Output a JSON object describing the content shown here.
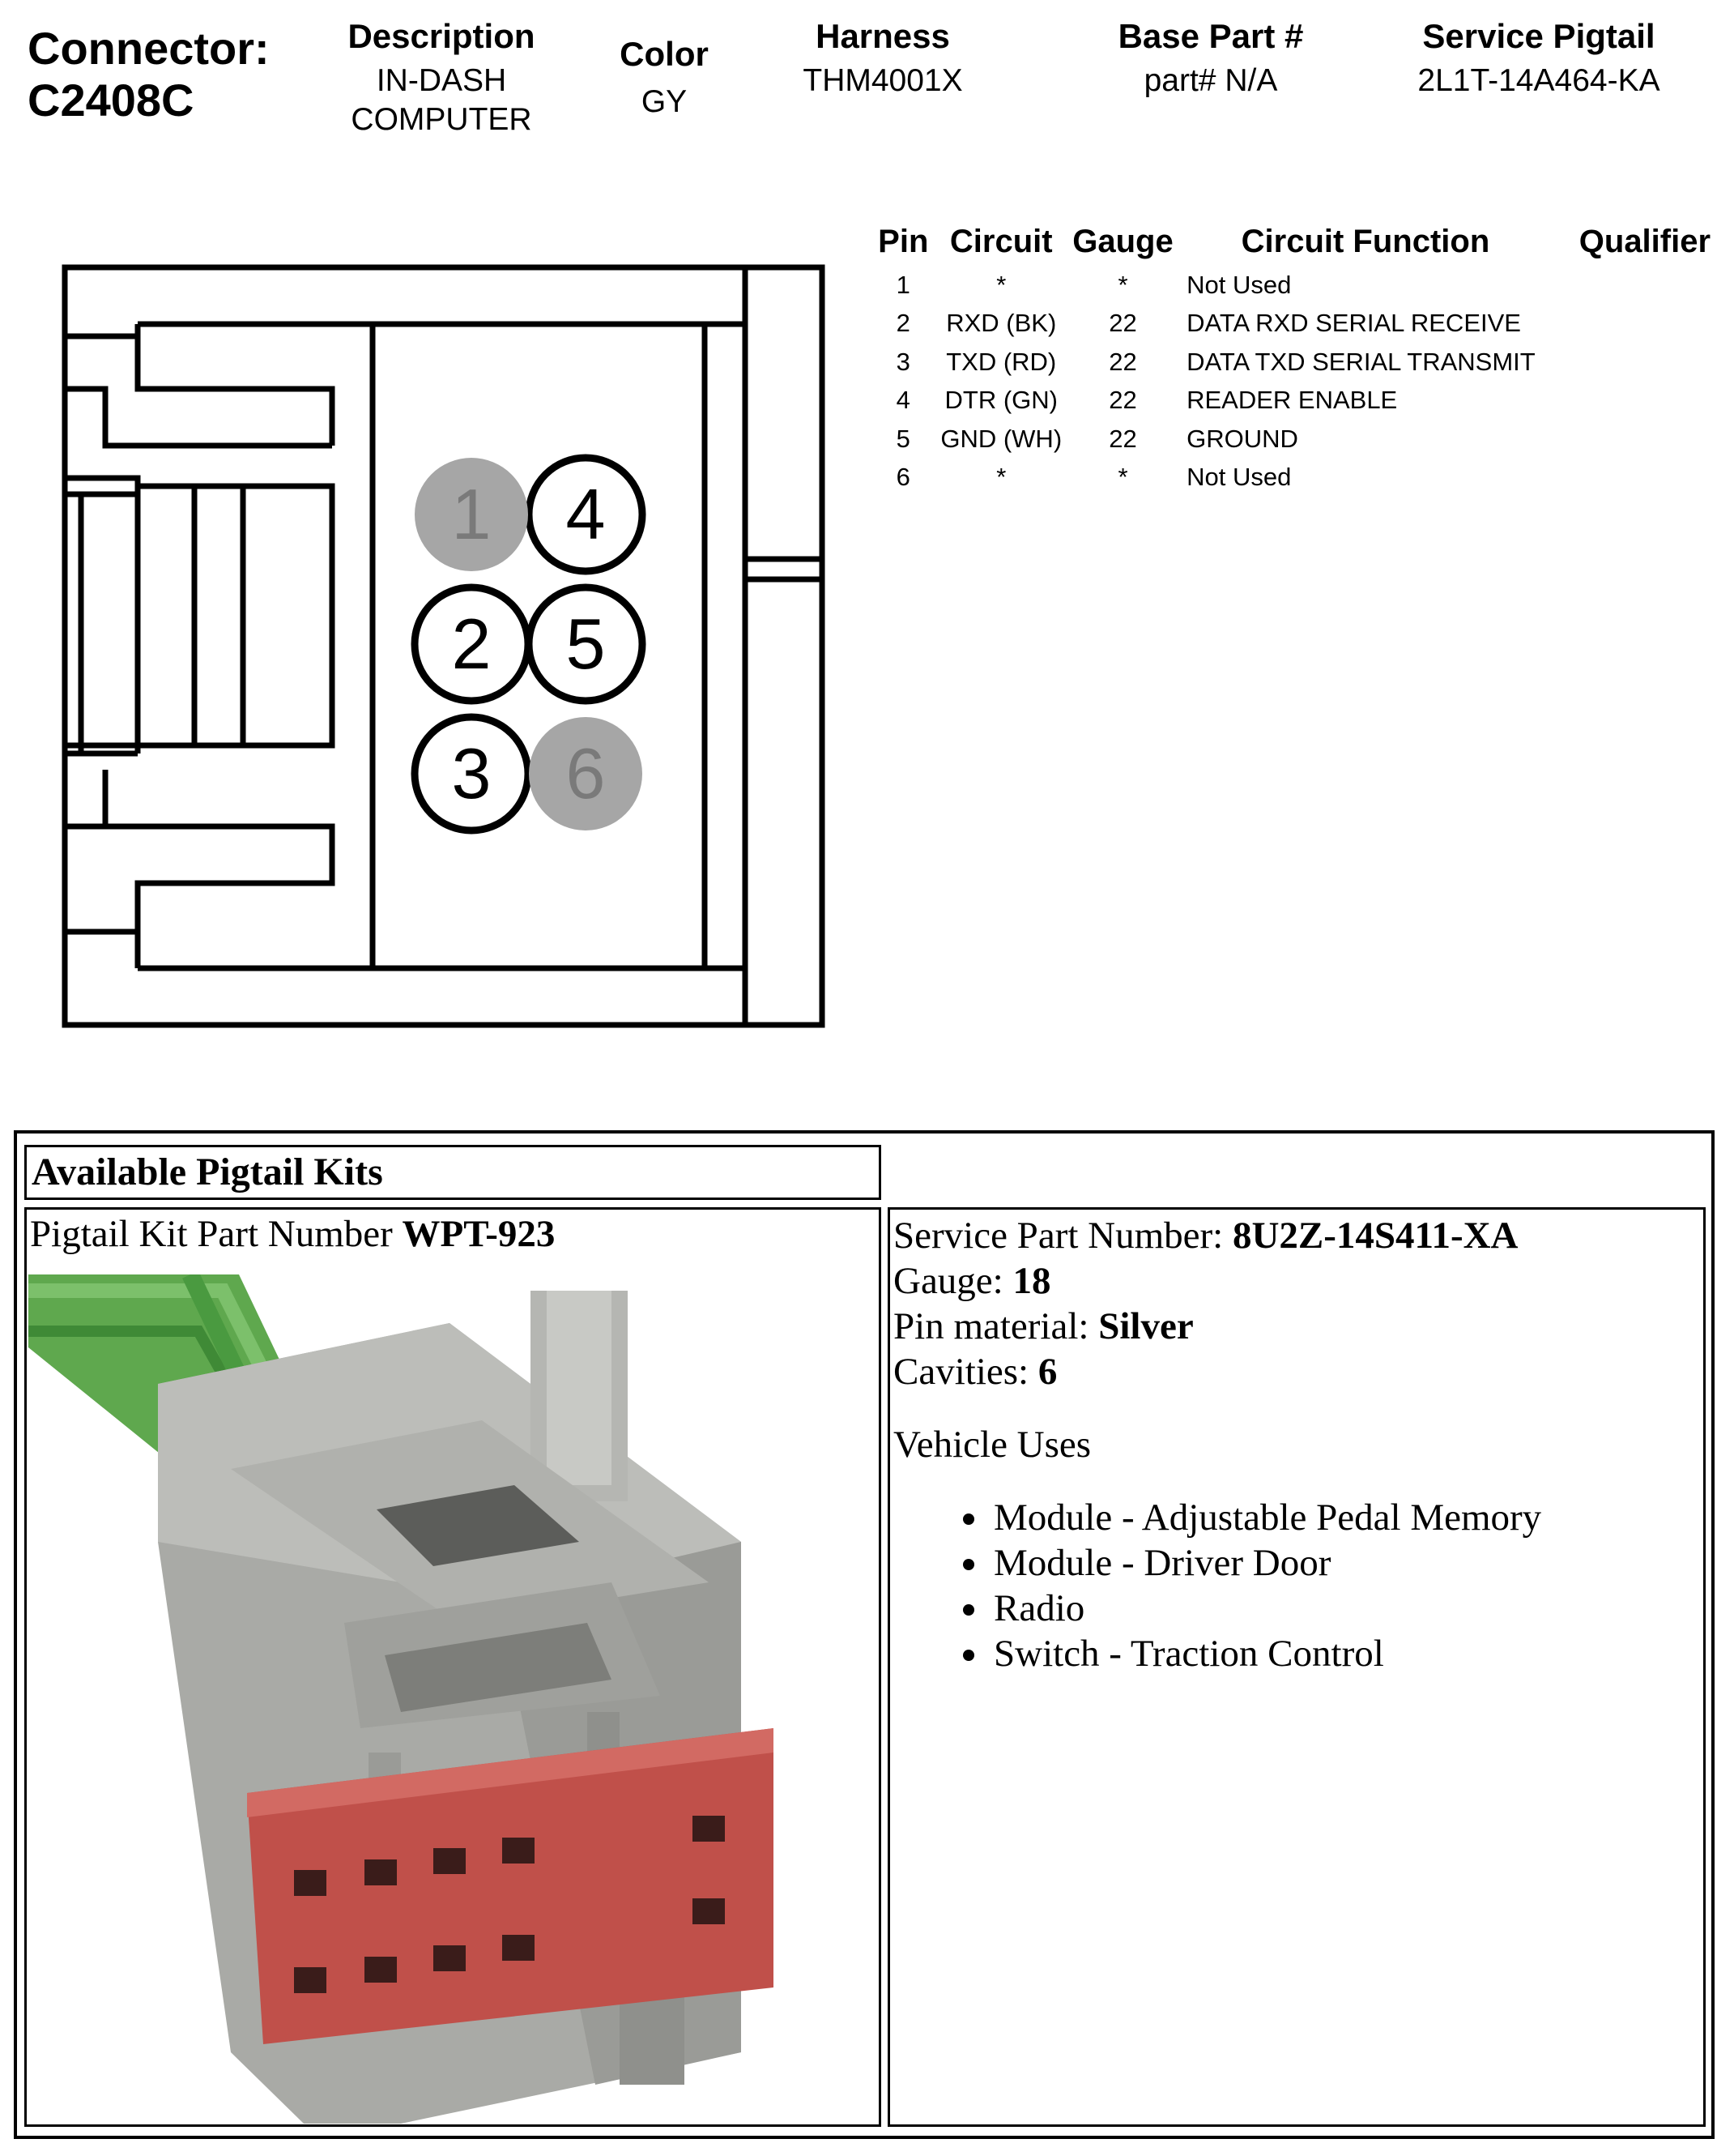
{
  "header": {
    "connector_label": "Connector:",
    "connector_id": "C2408C",
    "description_label": "Description",
    "description_line1": "IN-DASH",
    "description_line2": "COMPUTER",
    "color_label": "Color",
    "color_value": "GY",
    "harness_label": "Harness",
    "harness_value": "THM4001X",
    "base_part_label": "Base Part #",
    "base_part_prefix": "part#",
    "base_part_value": "N/A",
    "service_pigtail_label": "Service Pigtail",
    "service_pigtail_value": "2L1T-14A464-KA"
  },
  "pin_table": {
    "headers": [
      "Pin",
      "Circuit",
      "Gauge",
      "Circuit Function",
      "Qualifier"
    ],
    "rows": [
      {
        "pin": "1",
        "circuit": "*",
        "gauge": "*",
        "function": "Not Used",
        "qualifier": ""
      },
      {
        "pin": "2",
        "circuit": "RXD (BK)",
        "gauge": "22",
        "function": "DATA RXD SERIAL RECEIVE",
        "qualifier": ""
      },
      {
        "pin": "3",
        "circuit": "TXD (RD)",
        "gauge": "22",
        "function": "DATA TXD SERIAL TRANSMIT",
        "qualifier": ""
      },
      {
        "pin": "4",
        "circuit": "DTR (GN)",
        "gauge": "22",
        "function": "READER ENABLE",
        "qualifier": ""
      },
      {
        "pin": "5",
        "circuit": "GND (WH)",
        "gauge": "22",
        "function": "GROUND",
        "qualifier": ""
      },
      {
        "pin": "6",
        "circuit": "*",
        "gauge": "*",
        "function": "Not Used",
        "qualifier": ""
      }
    ]
  },
  "connector_pins": [
    {
      "label": "1",
      "used": false
    },
    {
      "label": "2",
      "used": true
    },
    {
      "label": "3",
      "used": true
    },
    {
      "label": "4",
      "used": true
    },
    {
      "label": "5",
      "used": true
    },
    {
      "label": "6",
      "used": false
    }
  ],
  "colors": {
    "unused_pin_fill": "#a6a6a6",
    "unused_pin_text": "#7a7a7a",
    "wire_green": "#5fa84e",
    "housing_gray": "#a9aaa6",
    "insert_red": "#c0504a"
  },
  "kit": {
    "title": "Available Pigtail Kits",
    "kit_part_label": "Pigtail Kit Part Number",
    "kit_part_value": "WPT-923",
    "service_part_label": "Service Part Number:",
    "service_part_value": "8U2Z-14S411-XA",
    "gauge_label": "Gauge:",
    "gauge_value": "18",
    "pin_material_label": "Pin material:",
    "pin_material_value": "Silver",
    "cavities_label": "Cavities:",
    "cavities_value": "6",
    "vehicle_uses_title": "Vehicle Uses",
    "vehicle_uses": [
      "Module - Adjustable Pedal Memory",
      "Module - Driver Door",
      "Radio",
      "Switch - Traction Control"
    ]
  }
}
